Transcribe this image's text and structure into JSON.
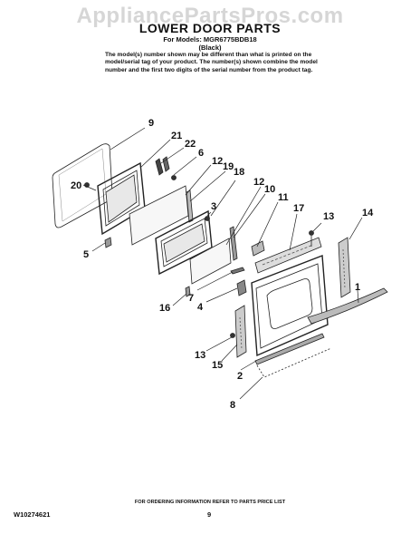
{
  "watermark": "AppliancePartsPros.com",
  "header": {
    "title": "LOWER DOOR PARTS",
    "models": "For Models: MGR6775BDB18",
    "variant": "(Black)",
    "note": "The model(s) number shown may be different than what is printed on the model/serial tag of your product. The number(s) shown combine the model number and the first two digits of the serial number from the product tag."
  },
  "callouts": {
    "c9": "9",
    "c21": "21",
    "c22": "22",
    "c6": "6",
    "c12a": "12",
    "c19": "19",
    "c18": "18",
    "c12b": "12",
    "c10": "10",
    "c11": "11",
    "c17": "17",
    "c13a": "13",
    "c14": "14",
    "c20": "20",
    "c3": "3",
    "c5": "5",
    "c7": "7",
    "c16": "16",
    "c4": "4",
    "c1": "1",
    "c13b": "13",
    "c15": "15",
    "c2": "2",
    "c8": "8"
  },
  "footer": {
    "ordering_note": "FOR ORDERING INFORMATION REFER TO PARTS PRICE LIST",
    "doc_number": "W10274621",
    "page_number": "9"
  }
}
